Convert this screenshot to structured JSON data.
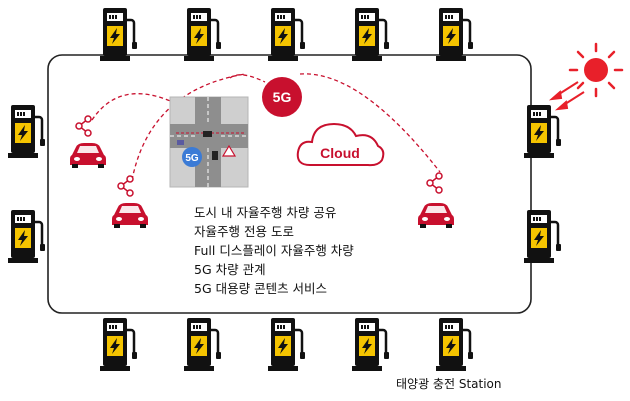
{
  "diagram": {
    "badge_5g": "5G",
    "cloud_label": "Cloud",
    "road_badge_5g": "5G",
    "features": [
      "도시 내 자율주행 차량 공유",
      "자율주행 전용 도로",
      "Full 디스플레이 자율주행 차량",
      "5G 차량 관계",
      "5G 대용량 콘텐츠 서비스"
    ],
    "station_caption": "태양광 충전 Station",
    "colors": {
      "accent": "#c8102e",
      "charger_body": "#111111",
      "bolt": "#f5c400",
      "sun": "#e8202a"
    },
    "icons": [
      "ev-charger-icon",
      "car-icon",
      "sun-icon",
      "cloud-icon",
      "share-icon"
    ]
  }
}
